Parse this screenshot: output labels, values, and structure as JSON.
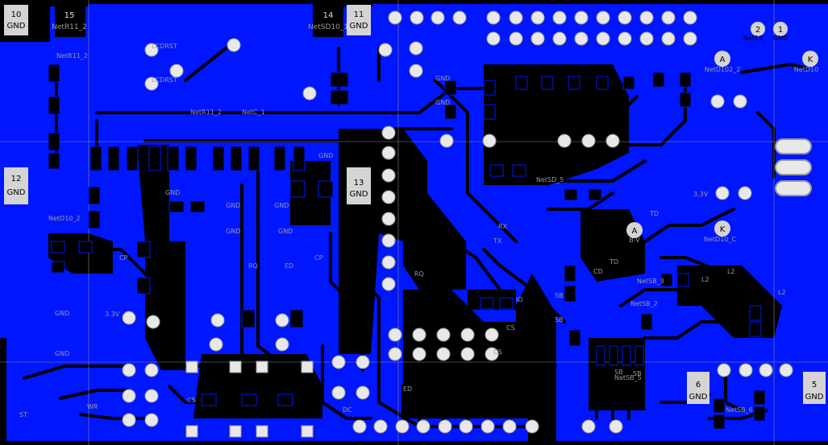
{
  "colors": {
    "board": "#0016FF",
    "background": "#000000",
    "trace_outline": "#0016FF",
    "pad": "#E8E8E8",
    "pad_outline": "#9A9A9A",
    "label_box": "#D4D4D4",
    "crosshair": "#8A8A8A"
  },
  "connectors": [
    {
      "id": "c10",
      "number": "10",
      "net": "GND"
    },
    {
      "id": "c15",
      "number": "15",
      "net": "NetR11_2"
    },
    {
      "id": "c14",
      "number": "14",
      "net": "NetSD10_1"
    },
    {
      "id": "c11",
      "number": "11",
      "net": "GND"
    },
    {
      "id": "c12",
      "number": "12",
      "net": "GND"
    },
    {
      "id": "c13",
      "number": "13",
      "net": "GND"
    },
    {
      "id": "c6",
      "number": "6",
      "net": "GND"
    },
    {
      "id": "c5",
      "number": "5",
      "net": "GND"
    },
    {
      "id": "c2",
      "number": "2",
      "net": "Net10_"
    },
    {
      "id": "c1",
      "number": "1",
      "net": "GND"
    }
  ],
  "test_points": [
    {
      "letter": "A",
      "net": "NetD102_2"
    },
    {
      "letter": "K",
      "net": "NetD10"
    },
    {
      "letter": "A",
      "net": "B-V"
    },
    {
      "letter": "K",
      "net": "NetD10_C"
    }
  ],
  "net_labels": [
    "NetR11_2",
    "LCDRST",
    "LCDRST",
    "NetD10_2",
    "NetR11_2",
    "NetC_1",
    "GND",
    "GND",
    "GND",
    "GND",
    "GND",
    "GND",
    "GND",
    "GND",
    "GND",
    "GND",
    "CS",
    "CS",
    "CP",
    "CP",
    "ED",
    "ED",
    "RQ",
    "RQ",
    "CS",
    "WR",
    "ST",
    "DC",
    "IO",
    "NetSB_2",
    "NetSB_3",
    "NetSB_5",
    "NetSB_6",
    "SB",
    "SB",
    "SB",
    "SB",
    "TD",
    "TD",
    "CD",
    "L2",
    "L2",
    "L2",
    "3.3V",
    "3.3V",
    "NetSD_5",
    "RX",
    "TX"
  ]
}
